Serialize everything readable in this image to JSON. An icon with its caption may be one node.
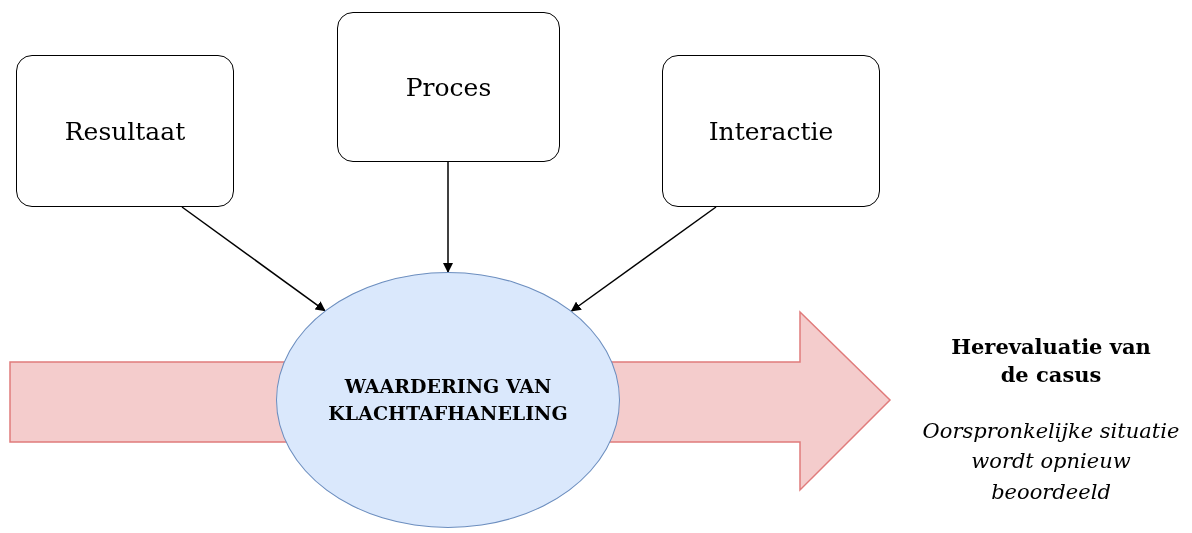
{
  "diagram": {
    "nodes": [
      {
        "text": [
          "Resultaat"
        ]
      },
      {
        "text": [
          "Proces"
        ]
      },
      {
        "text": [
          "Interactie"
        ]
      },
      {
        "text": [
          "WAARDERING VAN KLACHTAFHANELING"
        ]
      },
      {
        "text": [
          "Herevaluatie van de casus",
          "Oorspronkelijke situatie wordt opnieuw beoordeeld"
        ]
      }
    ],
    "edges": [
      {
        "from": 0,
        "to": 3,
        "arrow": "to"
      },
      {
        "from": 1,
        "to": 3,
        "arrow": "to"
      },
      {
        "from": 2,
        "to": 3,
        "arrow": "to"
      },
      {
        "from": null,
        "to": 4,
        "arrow": "to",
        "style": "thick",
        "color": "#f4cccc"
      }
    ]
  }
}
